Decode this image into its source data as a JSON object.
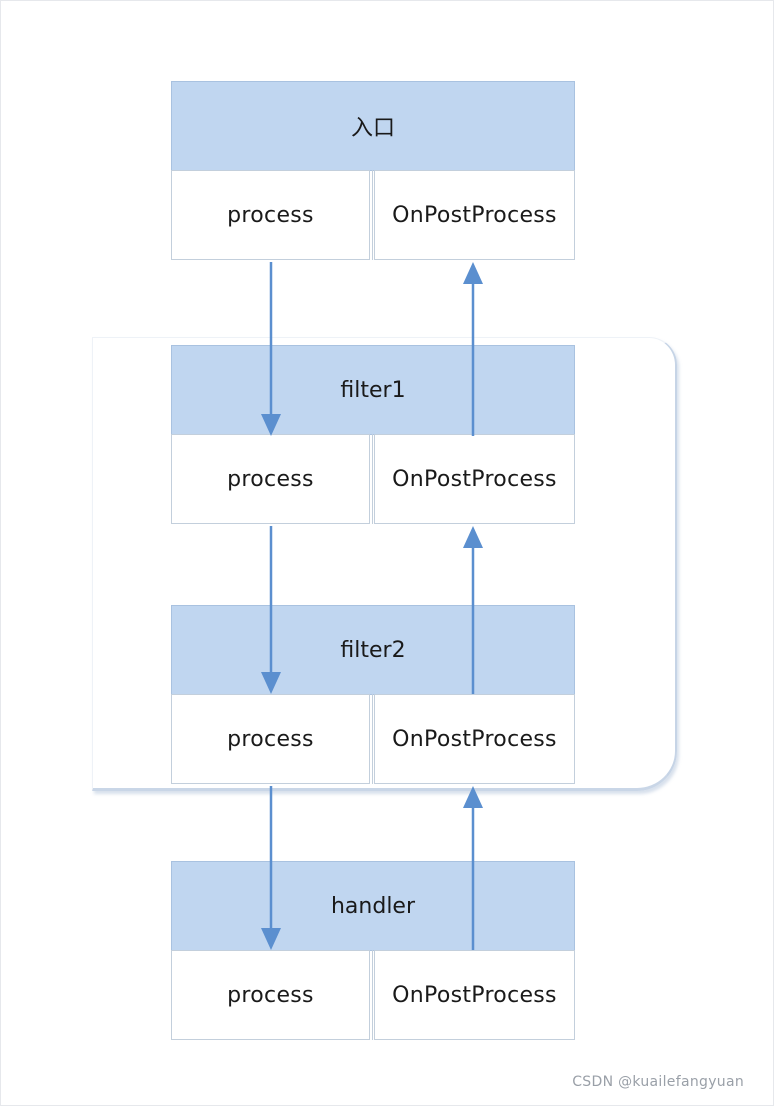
{
  "blocks": [
    {
      "title": "入口",
      "left_label": "process",
      "right_label": "OnPostProcess"
    },
    {
      "title": "filter1",
      "left_label": "process",
      "right_label": "OnPostProcess"
    },
    {
      "title": "filter2",
      "left_label": "process",
      "right_label": "OnPostProcess"
    },
    {
      "title": "handler",
      "left_label": "process",
      "right_label": "OnPostProcess"
    }
  ],
  "colors": {
    "header_fill": "#c0d6f0",
    "arrow": "#5b8fcf"
  },
  "watermark": "CSDN @kuailefangyuan"
}
